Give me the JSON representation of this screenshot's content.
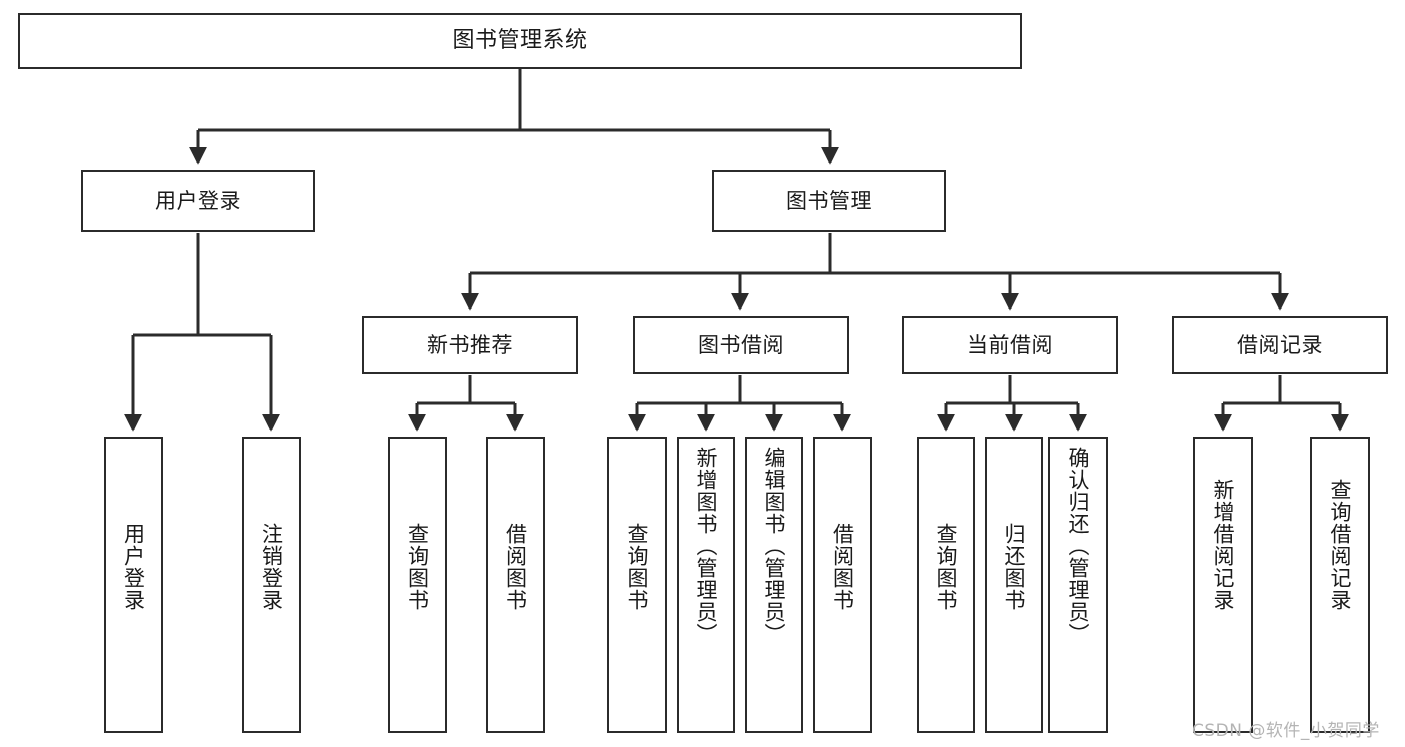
{
  "diagram": {
    "title": "图书管理系统",
    "type": "hierarchy-tree",
    "stroke_color": "#2b2b2b",
    "background_color": "#ffffff"
  },
  "nodes": {
    "root": {
      "label": "图书管理系统"
    },
    "level2": [
      {
        "id": "user-login",
        "label": "用户登录"
      },
      {
        "id": "book-manage",
        "label": "图书管理"
      }
    ],
    "level3": [
      {
        "id": "new-book-recommend",
        "label": "新书推荐"
      },
      {
        "id": "book-borrow",
        "label": "图书借阅"
      },
      {
        "id": "current-borrow",
        "label": "当前借阅"
      },
      {
        "id": "borrow-record",
        "label": "借阅记录"
      }
    ],
    "leaves": {
      "user_login": [
        {
          "id": "leaf-user-login",
          "label": "用户登录"
        },
        {
          "id": "leaf-logout-login",
          "label": "注销登录"
        }
      ],
      "new_book_recommend": [
        {
          "id": "leaf-query-book-1",
          "label": "查询图书"
        },
        {
          "id": "leaf-borrow-book-1",
          "label": "借阅图书"
        }
      ],
      "book_borrow": [
        {
          "id": "leaf-query-book-2",
          "label": "查询图书"
        },
        {
          "id": "leaf-add-book",
          "label": "新增图书（管理员）"
        },
        {
          "id": "leaf-edit-book",
          "label": "编辑图书（管理员）"
        },
        {
          "id": "leaf-borrow-book-2",
          "label": "借阅图书"
        }
      ],
      "current_borrow": [
        {
          "id": "leaf-query-book-3",
          "label": "查询图书"
        },
        {
          "id": "leaf-return-book",
          "label": "归还图书"
        },
        {
          "id": "leaf-confirm-return",
          "label": "确认归还（管理员）"
        }
      ],
      "borrow_record": [
        {
          "id": "leaf-add-record",
          "label": "新增借阅记录"
        },
        {
          "id": "leaf-query-record",
          "label": "查询借阅记录"
        }
      ]
    }
  },
  "watermark": {
    "text": "CSDN @软件_小贺同学"
  }
}
